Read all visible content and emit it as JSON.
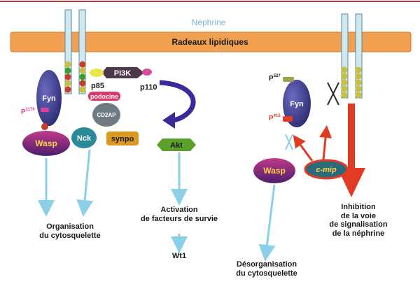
{
  "membrane": {
    "receptor_label": "Néphrine",
    "raft_label": "Radeaux lipidiques"
  },
  "proteins": {
    "fyn": "Fyn",
    "pi3k": "PI3K",
    "p85": "p85",
    "p110": "p110",
    "podocine": "podocine",
    "cd2ap": "CD2AP",
    "nck": "Nck",
    "wasp": "Wasp",
    "synpo": "synpo",
    "akt": "Akt",
    "cmip": "c-mip",
    "p1176": "P",
    "p1176_sup": "1176",
    "p416": "P",
    "p416_sup": "416",
    "p527": "P",
    "p527_sup": "527",
    "fyn2": "Fyn",
    "wasp2": "Wasp"
  },
  "outcomes": {
    "org_cyto_l1": "Organisation",
    "org_cyto_l2": "du cytosquelette",
    "activation_l1": "Activation",
    "activation_l2": "de facteurs de survie",
    "wt1": "Wt1",
    "desorg_l1": "Désorganisation",
    "desorg_l2": "du cytosquelette",
    "inhib_l1": "Inhibition",
    "inhib_l2": "de la voie",
    "inhib_l3": "de signalisation",
    "inhib_l4": "de la néphrine"
  },
  "colors": {
    "raft": "#f0a050",
    "receptor": "#cfe7ef",
    "fyn": "#3a3a8c",
    "wasp": "#9a2a8a",
    "nck": "#2a8a9a",
    "podocine": "#d83a6a",
    "cd2ap": "#707a82",
    "synpo": "#d89a20",
    "akt": "#5aa02a",
    "pi3k": "#4a3a4a",
    "arrow_blue": "#8ccfe8",
    "arrow_red": "#e23b24",
    "purple_arrow": "#3a2a9a"
  }
}
